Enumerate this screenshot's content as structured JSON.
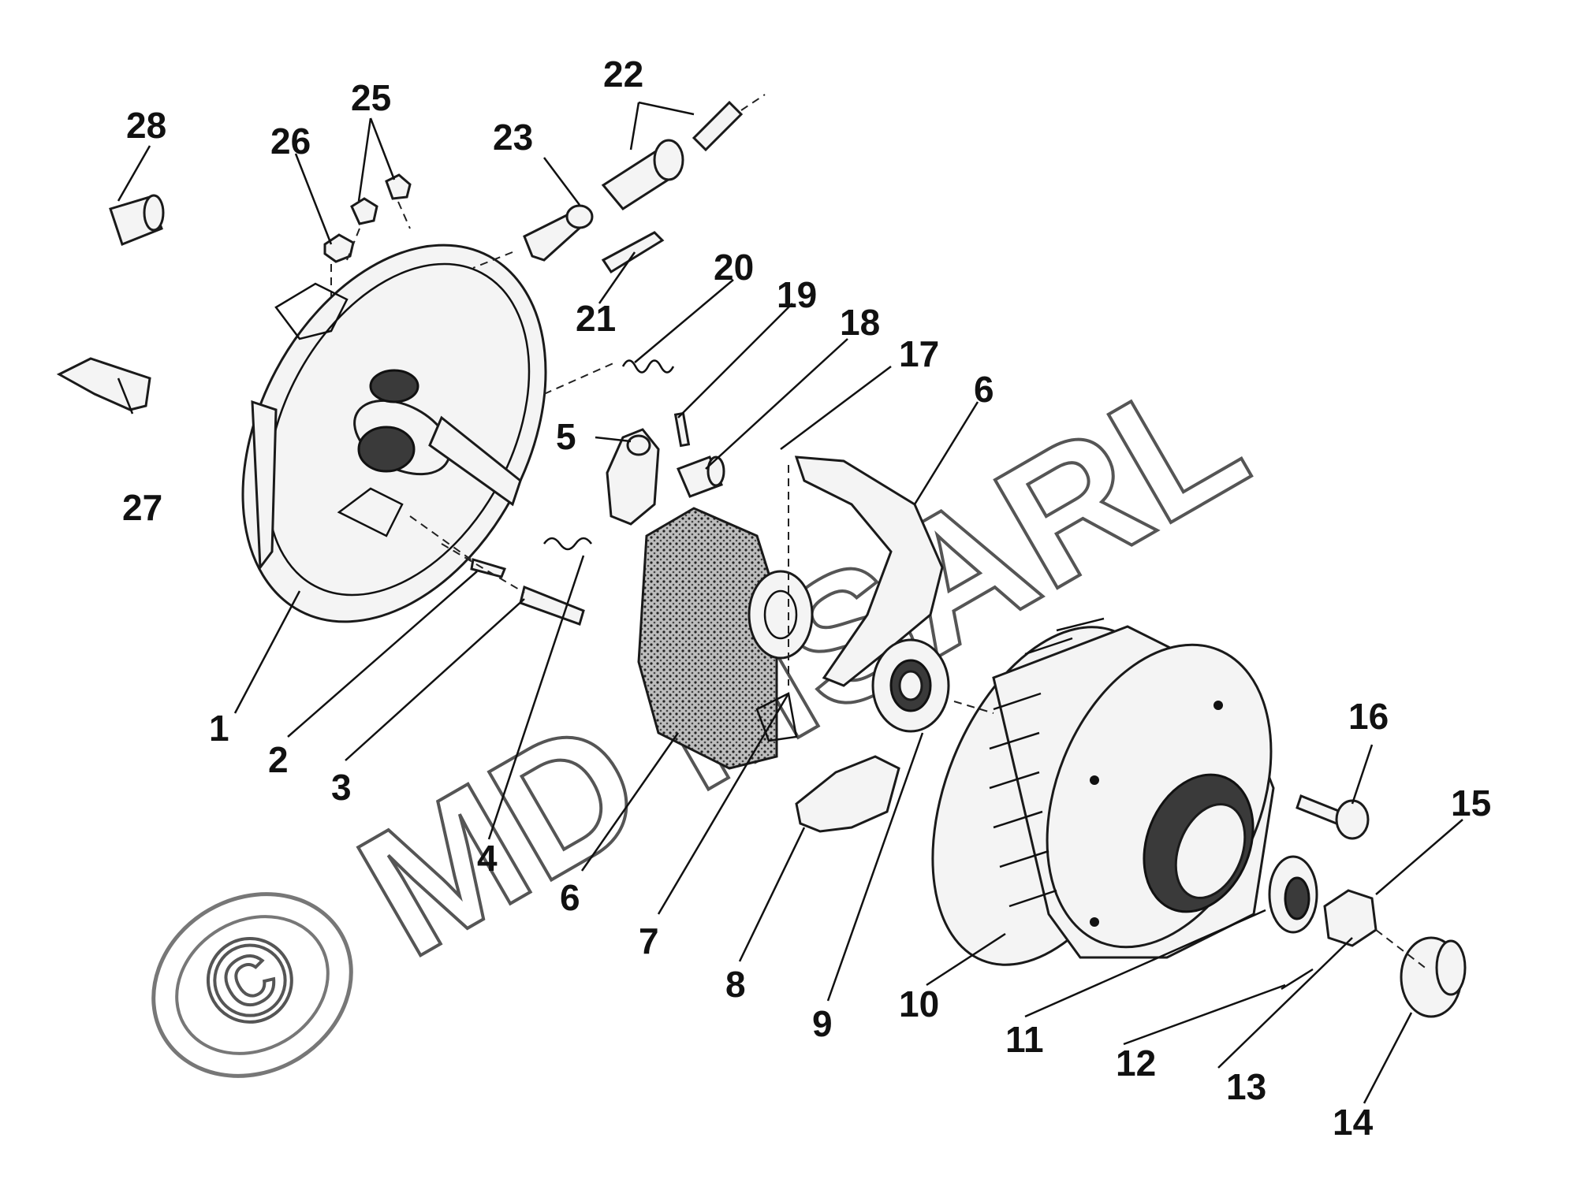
{
  "watermark": {
    "symbol": "©",
    "text": "MD MSARL"
  },
  "callouts": [
    "1",
    "2",
    "3",
    "4",
    "5",
    "6",
    "6",
    "7",
    "8",
    "9",
    "10",
    "11",
    "12",
    "13",
    "14",
    "15",
    "16",
    "17",
    "18",
    "19",
    "20",
    "21",
    "22",
    "23",
    "25",
    "26",
    "27",
    "28"
  ]
}
